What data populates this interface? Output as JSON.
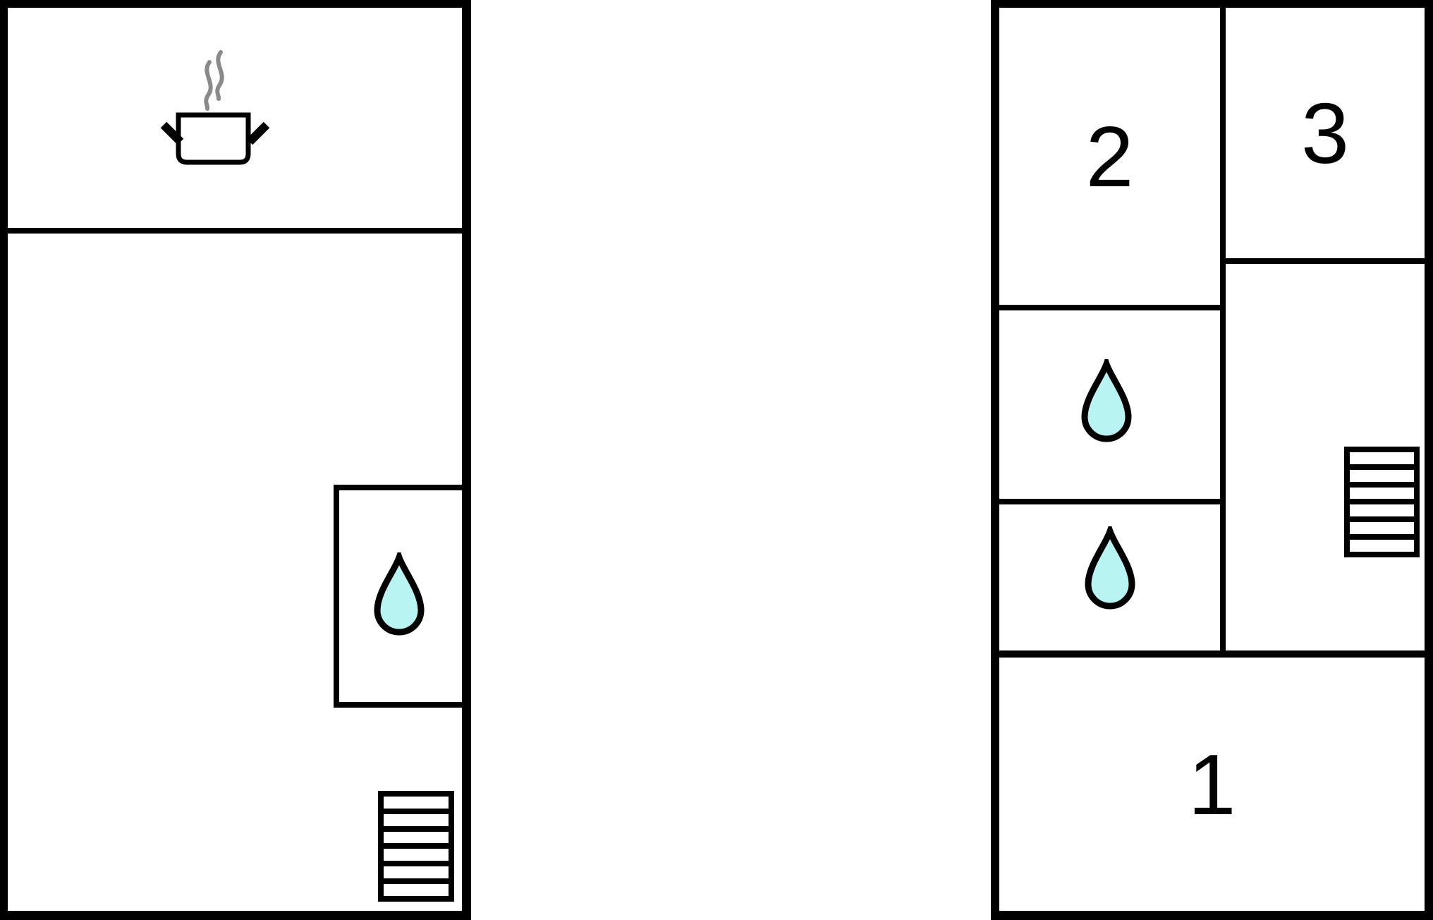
{
  "colors": {
    "wall": "#000000",
    "background": "#ffffff",
    "water_drop_fill": "#b8f5f2",
    "water_drop_outline": "#000000",
    "steam": "#8a8a8a",
    "pot_outline": "#000000",
    "label_text": "#000000"
  },
  "left_unit": {
    "kitchen": {
      "pot_icon": "cooking-pot-icon",
      "steam_icon": "steam-icon"
    },
    "bathroom": {
      "drop_icon": "water-drop-icon"
    },
    "stairs": {
      "icon": "stairs-icon",
      "steps": 6
    }
  },
  "right_unit": {
    "rooms": [
      {
        "label": "1"
      },
      {
        "label": "2"
      },
      {
        "label": "3"
      }
    ],
    "bathrooms": [
      {
        "drop_icon": "water-drop-icon"
      },
      {
        "drop_icon": "water-drop-icon"
      }
    ],
    "stairs": {
      "icon": "stairs-icon",
      "steps": 6
    }
  }
}
